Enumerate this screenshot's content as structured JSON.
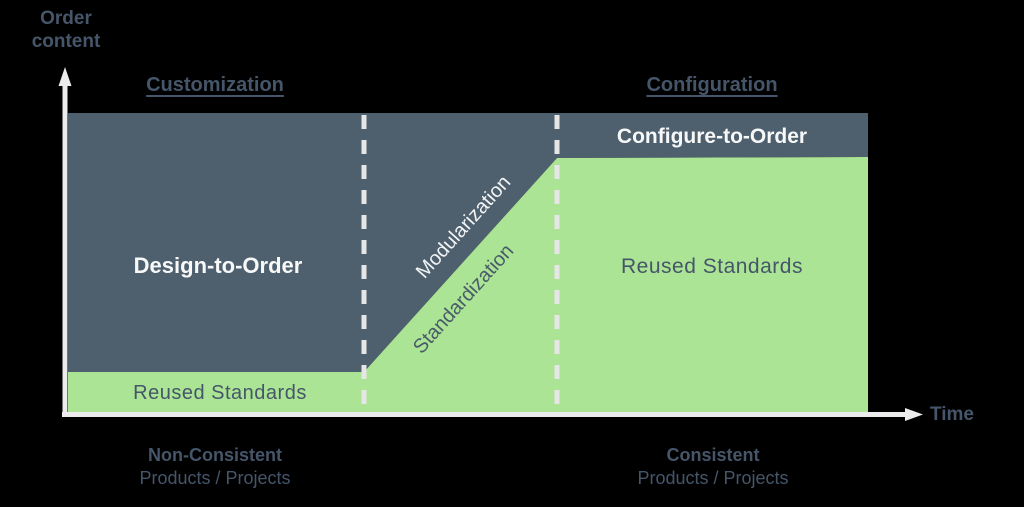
{
  "title": "Order content over time diagram",
  "colors": {
    "background": "#000000",
    "dark_region": "#4e5f6e",
    "green_region": "#abe494",
    "axis": "#ececec",
    "dashed_line": "#e6e6e6",
    "slate_text": "#46566a",
    "white_text": "#f7f8f8"
  },
  "axes": {
    "y_label": "Order content",
    "x_label": "Time"
  },
  "section_headers": {
    "left": "Customization",
    "right": "Configuration"
  },
  "regions": {
    "design_to_order": "Design-to-Order",
    "configure_to_order": "Configure-to-Order",
    "reused_standards_left": "Reused Standards",
    "reused_standards_right": "Reused Standards",
    "modularization": "Modularization",
    "standardization": "Standardization"
  },
  "footers": {
    "left_line1": "Non-Consistent",
    "left_line2": "Products / Projects",
    "right_line1": "Consistent",
    "right_line2": "Products / Projects"
  }
}
